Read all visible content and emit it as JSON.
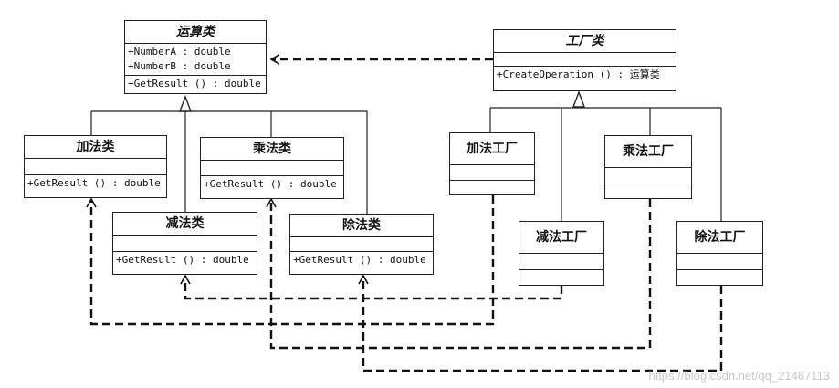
{
  "watermark": "https://blog.csdn.net/qq_21467113",
  "classes": {
    "operation": {
      "name": "运算类",
      "attrs": [
        "+NumberA  : double",
        "+NumberB  : double"
      ],
      "methods": [
        "+GetResult () : double"
      ]
    },
    "add": {
      "name": "加法类",
      "methods": [
        "+GetResult () : double"
      ]
    },
    "sub": {
      "name": "减法类",
      "methods": [
        "+GetResult () : double"
      ]
    },
    "mul": {
      "name": "乘法类",
      "methods": [
        "+GetResult () : double"
      ]
    },
    "div": {
      "name": "除法类",
      "methods": [
        "+GetResult () : double"
      ]
    },
    "factory": {
      "name": "工厂类",
      "methods": [
        "+CreateOperation () : 运算类"
      ]
    },
    "add_factory": {
      "name": "加法工厂"
    },
    "sub_factory": {
      "name": "减法工厂"
    },
    "mul_factory": {
      "name": "乘法工厂"
    },
    "div_factory": {
      "name": "除法工厂"
    }
  }
}
